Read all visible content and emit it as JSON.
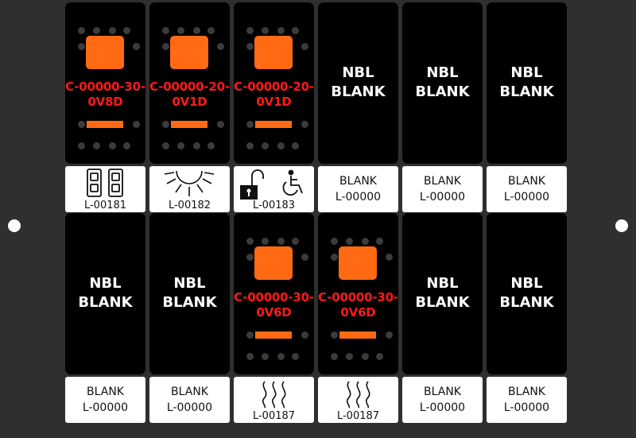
{
  "panel": {
    "top_row": [
      {
        "type": "lit",
        "part": [
          "C-00000-30-",
          "0V8D"
        ],
        "label_code": "L-00181",
        "icon": "dual-rectangles-icon"
      },
      {
        "type": "lit",
        "part": [
          "C-00000-20-",
          "0V1D"
        ],
        "label_code": "L-00182",
        "icon": "sun-light-icon"
      },
      {
        "type": "lit",
        "part": [
          "C-00000-20-",
          "0V1D"
        ],
        "label_code": "L-00183",
        "icon": "lock-wheelchair-icon"
      },
      {
        "type": "blank",
        "text": [
          "NBL",
          "BLANK"
        ],
        "label_text": "BLANK",
        "label_code": "L-00000"
      },
      {
        "type": "blank",
        "text": [
          "NBL",
          "BLANK"
        ],
        "label_text": "BLANK",
        "label_code": "L-00000"
      },
      {
        "type": "blank",
        "text": [
          "NBL",
          "BLANK"
        ],
        "label_text": "BLANK",
        "label_code": "L-00000"
      }
    ],
    "bottom_row": [
      {
        "type": "blank",
        "text": [
          "NBL",
          "BLANK"
        ],
        "label_text": "BLANK",
        "label_code": "L-00000"
      },
      {
        "type": "blank",
        "text": [
          "NBL",
          "BLANK"
        ],
        "label_text": "BLANK",
        "label_code": "L-00000"
      },
      {
        "type": "lit",
        "part": [
          "C-00000-30-",
          "0V6D"
        ],
        "label_code": "L-00187",
        "icon": "heat-waves-icon"
      },
      {
        "type": "lit",
        "part": [
          "C-00000-30-",
          "0V6D"
        ],
        "label_code": "L-00187",
        "icon": "heat-waves-icon"
      },
      {
        "type": "blank",
        "text": [
          "NBL",
          "BLANK"
        ],
        "label_text": "BLANK",
        "label_code": "L-00000"
      },
      {
        "type": "blank",
        "text": [
          "NBL",
          "BLANK"
        ],
        "label_text": "BLANK",
        "label_code": "L-00000"
      }
    ]
  },
  "colors": {
    "panel": "#2f2f2f",
    "rocker": "#000000",
    "lamp": "#ff6a13",
    "part_text": "#ff1a1a",
    "blank_text": "#ffffff",
    "label_bg": "#ffffff"
  }
}
